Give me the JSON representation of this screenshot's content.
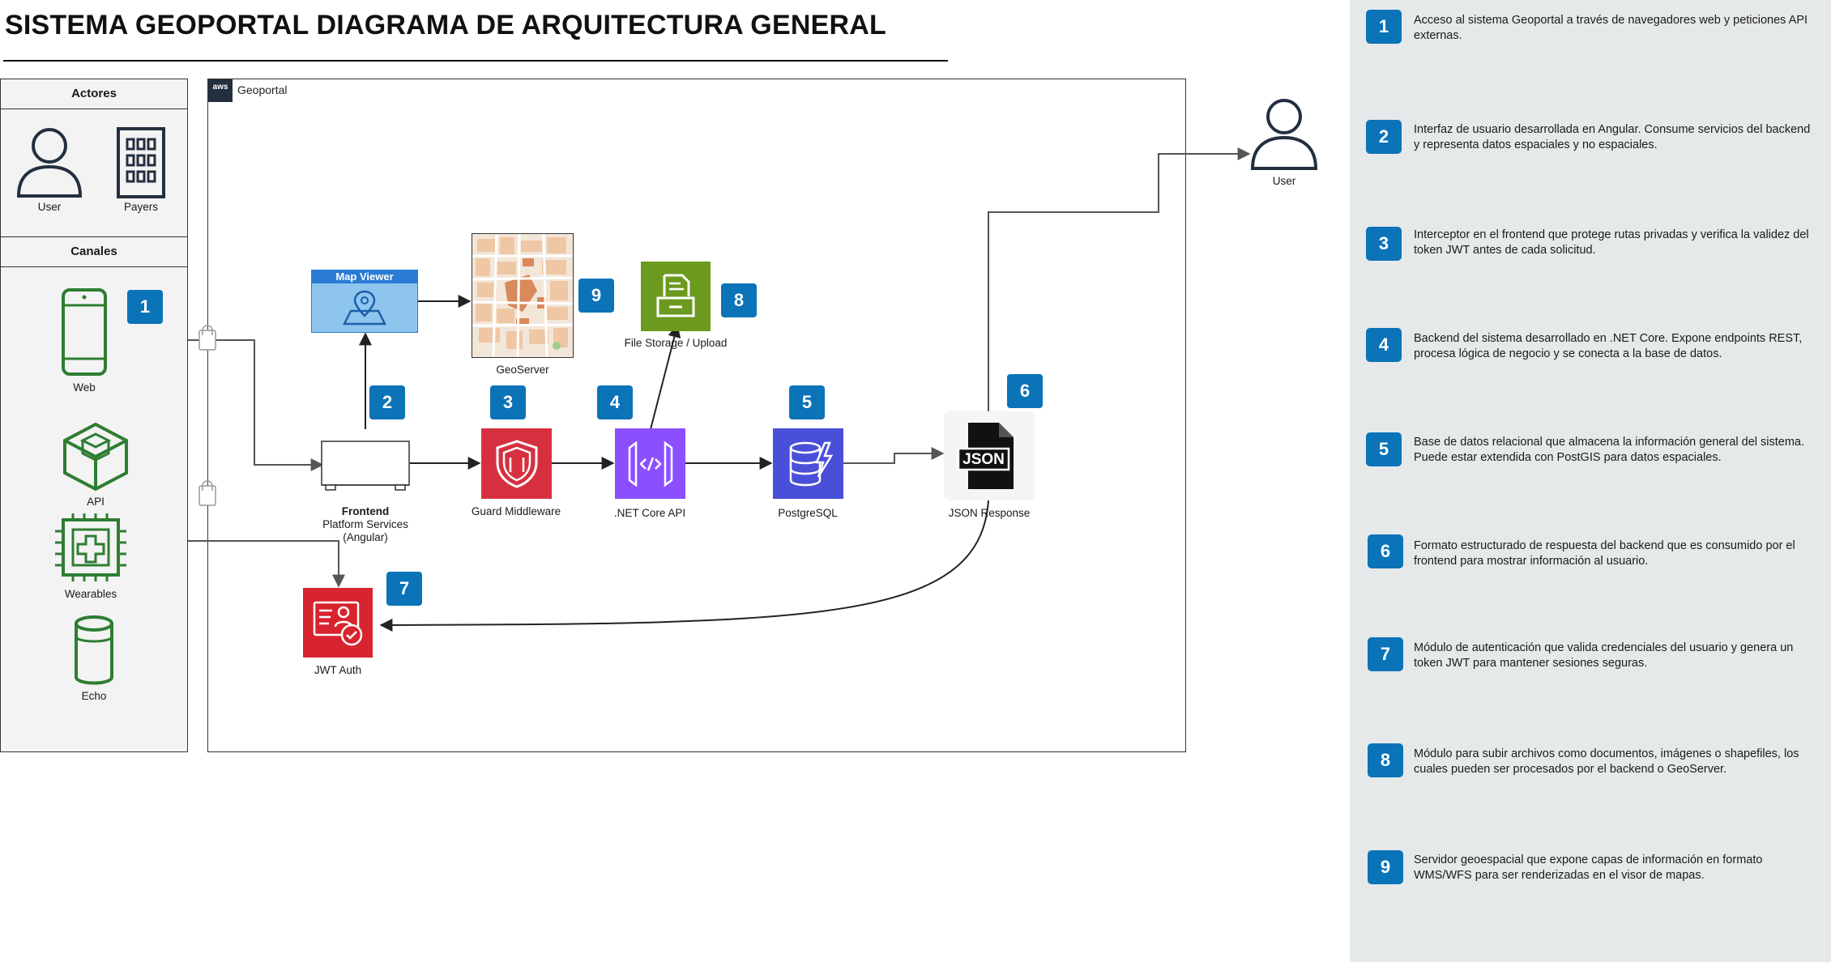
{
  "title": "SISTEMA GEOPORTAL DIAGRAMA DE ARQUITECTURA GENERAL",
  "actors": {
    "header": "Actores",
    "items": [
      {
        "label": "User",
        "icon": "user-icon"
      },
      {
        "label": "Payers",
        "icon": "building-icon"
      }
    ]
  },
  "channels": {
    "header": "Canales",
    "items": [
      {
        "label": "Web",
        "icon": "mobile-icon"
      },
      {
        "label": "API",
        "icon": "cube-icon"
      },
      {
        "label": "Wearables",
        "icon": "chip-icon"
      },
      {
        "label": "Echo",
        "icon": "echo-device-icon"
      }
    ],
    "badge": "1"
  },
  "aws_group": {
    "logo": "aws",
    "label": "Geoportal"
  },
  "nodes": {
    "map_viewer": {
      "label": "Map Viewer",
      "badge": "2"
    },
    "geoserver": {
      "label": "GeoServer",
      "badge": "9"
    },
    "file_storage": {
      "label": "File Storage / Upload",
      "badge": "8"
    },
    "frontend": {
      "line1": "Frontend",
      "line2": "Platform Services",
      "line3": "(Angular)"
    },
    "guard": {
      "label": "Guard Middleware",
      "badge": "3"
    },
    "netcore": {
      "label": ".NET Core API",
      "badge": "4"
    },
    "postgres": {
      "label": "PostgreSQL",
      "badge": "5"
    },
    "json": {
      "label": "JSON Response",
      "badge": "6",
      "icon_text": "JSON"
    },
    "jwt": {
      "label": "JWT Auth",
      "badge": "7"
    },
    "external_user": {
      "label": "User"
    }
  },
  "colors": {
    "badge": "#0b73b8",
    "side_panel": "#e6e9ea",
    "channel_green": "#2e7d32",
    "guard_red": "#d6303f",
    "netcore_purple": "#8c4fff",
    "postgres_blue": "#4a4fd8",
    "storage_green": "#6b9a1f",
    "jwt_red": "#d7242f",
    "map_viewer_blue": "#2a7bd4"
  },
  "notes": [
    {
      "n": "1",
      "text": "Acceso al sistema Geoportal a través de navegadores web y peticiones API externas."
    },
    {
      "n": "2",
      "text": "Interfaz de usuario desarrollada en Angular. Consume servicios del backend y representa datos espaciales y no espaciales."
    },
    {
      "n": "3",
      "text": "Interceptor en el frontend que protege rutas privadas y verifica la validez del token JWT antes de cada solicitud."
    },
    {
      "n": "4",
      "text": "Backend del sistema desarrollado en .NET Core. Expone endpoints REST, procesa lógica de negocio y se conecta a la base de datos."
    },
    {
      "n": "5",
      "text": "Base de datos relacional que almacena la información general del sistema. Puede estar extendida con PostGIS para datos espaciales."
    },
    {
      "n": "6",
      "text": "Formato estructurado de respuesta del backend que es consumido por el frontend para mostrar información al usuario."
    },
    {
      "n": "7",
      "text": "Módulo de autenticación que valida credenciales del usuario y genera un token JWT para mantener sesiones seguras."
    },
    {
      "n": "8",
      "text": "Módulo para subir archivos como documentos, imágenes o shapefiles, los cuales pueden ser procesados por el backend o GeoServer."
    },
    {
      "n": "9",
      "text": "Servidor geoespacial que expone capas de información en formato WMS/WFS para ser renderizadas en el visor de mapas."
    }
  ]
}
